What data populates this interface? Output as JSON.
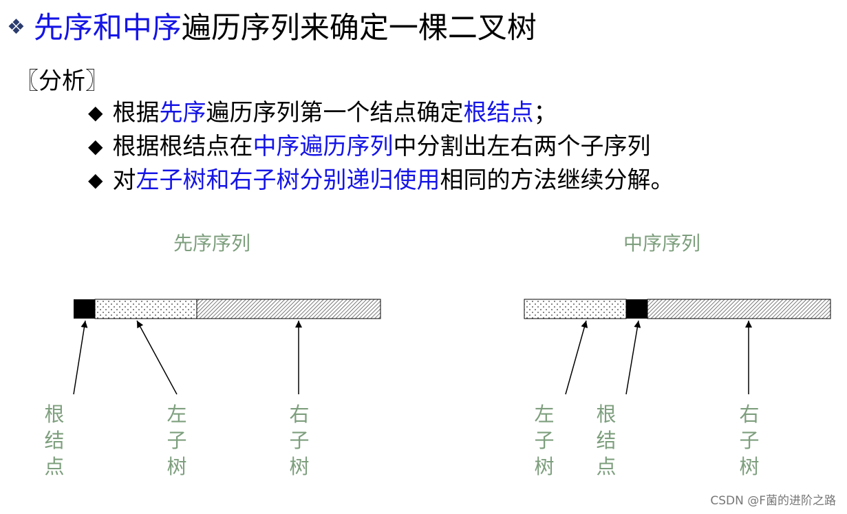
{
  "title": {
    "bullet": "❖",
    "highlight": "先序和中序",
    "rest": "遍历序列来确定一棵二叉树"
  },
  "analysis_label": "〖分析〗",
  "points": [
    {
      "bullet": "◆",
      "t1": "根据",
      "h1": "先序",
      "t2": "遍历序列第一个结点确定",
      "h2": "根结点",
      "t3": "；"
    },
    {
      "bullet": "◆",
      "t1": "根据根结点在",
      "h1": "中序遍历序列",
      "t2": "中分割出左右两个子序列",
      "h2": "",
      "t3": ""
    },
    {
      "bullet": "◆",
      "t1": "对",
      "h1": "左子树和右子树分别递归使用",
      "t2": "相同的方法继续分解。",
      "h2": "",
      "t3": ""
    }
  ],
  "preorder": {
    "label": "先序序列",
    "root_label": [
      "根",
      "结",
      "点"
    ],
    "left_label": [
      "左",
      "子",
      "树"
    ],
    "right_label": [
      "右",
      "子",
      "树"
    ]
  },
  "inorder": {
    "label": "中序序列",
    "left_label": [
      "左",
      "子",
      "树"
    ],
    "root_label": [
      "根",
      "结",
      "点"
    ],
    "right_label": [
      "右",
      "子",
      "树"
    ]
  },
  "colors": {
    "highlight": "#1414e6",
    "sublabel": "#7d9e7d",
    "title_bullet": "#2a3b6e"
  },
  "watermark": "CSDN @F菌的进阶之路"
}
